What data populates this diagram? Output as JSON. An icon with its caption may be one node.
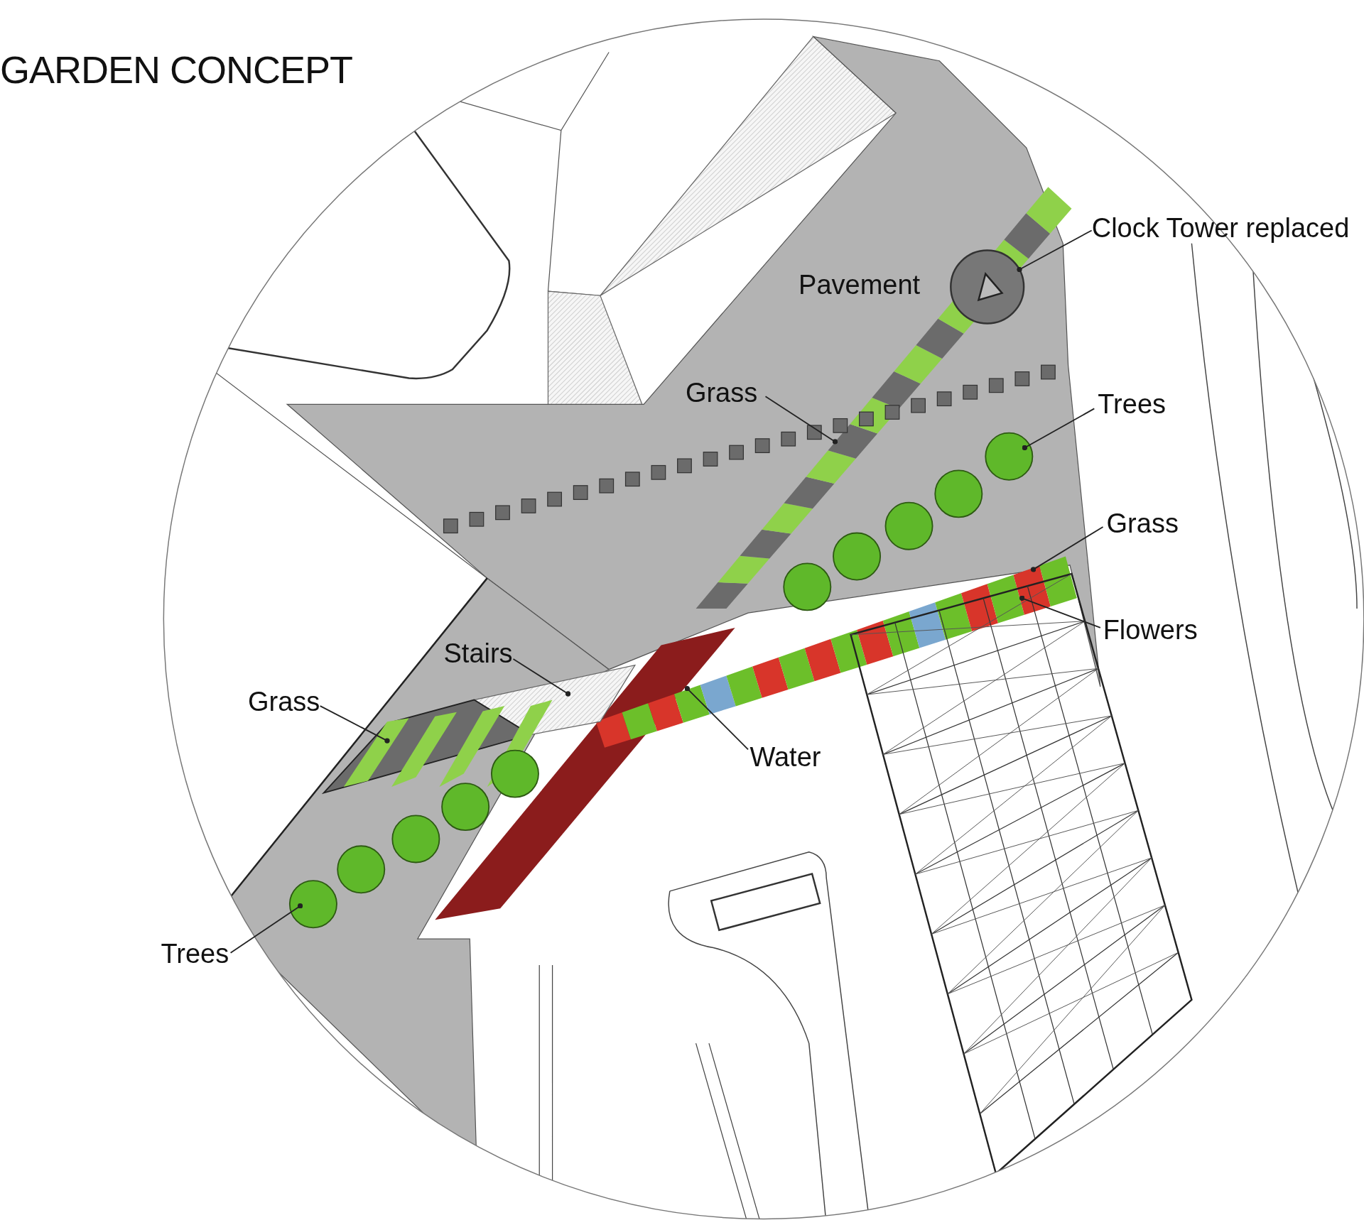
{
  "diagram": {
    "title": "GARDEN CONCEPT",
    "nodes": [
      {
        "text": [
          "Clock Tower replaced"
        ]
      },
      {
        "text": [
          "Grass"
        ]
      },
      {
        "text": [
          "Trees"
        ]
      },
      {
        "text": [
          "Grass"
        ]
      },
      {
        "text": [
          "Flowers"
        ]
      },
      {
        "text": [
          "Stairs"
        ]
      },
      {
        "text": [
          "Grass"
        ]
      },
      {
        "text": [
          "Water"
        ]
      },
      {
        "text": [
          "Trees"
        ]
      },
      {
        "text": [],
        "shape": "circle"
      }
    ],
    "edges": [
      {
        "from": 0,
        "to": 9,
        "arrow": "other"
      },
      {
        "from": 1,
        "to": null,
        "arrow": "other"
      },
      {
        "from": 2,
        "to": null,
        "arrow": "other"
      },
      {
        "from": 3,
        "to": null,
        "arrow": "other"
      },
      {
        "from": 4,
        "to": null,
        "arrow": "other"
      },
      {
        "from": 5,
        "to": null,
        "arrow": "other"
      },
      {
        "from": 6,
        "to": null,
        "arrow": "other"
      },
      {
        "from": 7,
        "to": null,
        "arrow": "other"
      },
      {
        "from": 8,
        "to": null,
        "arrow": "other"
      }
    ],
    "labels": [
      "Pavement"
    ]
  }
}
